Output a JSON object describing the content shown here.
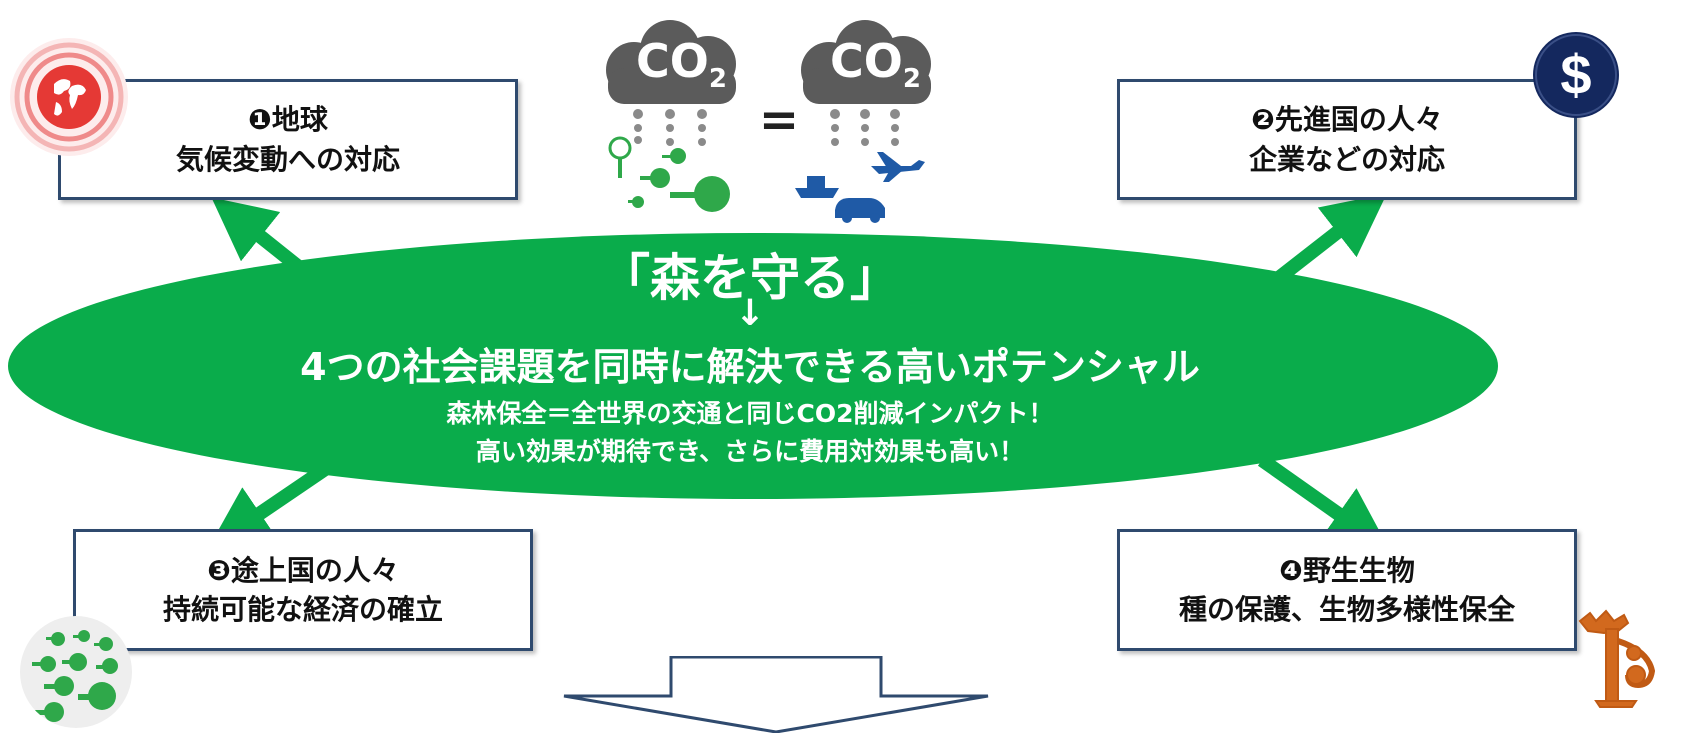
{
  "center": {
    "slogan": "「森を守る」",
    "down_arrow": "↓",
    "headline": "4つの社会課題を同時に解決できる高いポテンシャル",
    "sub_line1": "森林保全＝全世界の交通と同じCO2削減インパクト！",
    "sub_line2": "高い効果が期待でき、さらに費用対効果も高い！"
  },
  "boxes": {
    "earth": {
      "line1": "❶地球",
      "line2": "気候変動への対応"
    },
    "developed": {
      "line1": "❷先進国の人々",
      "line2": "企業などの対応"
    },
    "developing": {
      "line1": "❸途上国の人々",
      "line2": "持続可能な経済の確立"
    },
    "wildlife": {
      "line1": "❹野生生物",
      "line2": "種の保護、生物多様性保全"
    }
  },
  "co2": {
    "left_label": "CO",
    "left_sub": "2",
    "equals": "=",
    "right_label": "CO",
    "right_sub": "2"
  },
  "icons": {
    "earth": "globe-icon",
    "developed": "dollar-icon",
    "developing": "trees-globe-icon",
    "wildlife": "monkey-tree-icon",
    "left_cloud": "co2-forest-cloud-icon",
    "right_cloud": "co2-transport-cloud-icon"
  },
  "colors": {
    "ellipse_green": "#0aac4b",
    "arrow_green": "#0aac4b",
    "box_border": "#2f4a6e",
    "dollar_navy": "#14285e",
    "globe_red": "#e53935",
    "monkey_orange": "#d2691e",
    "cloud_grey": "#5b5b5b",
    "transport_blue": "#1f5aa6",
    "bottom_arrow": "#2f4a6e"
  }
}
